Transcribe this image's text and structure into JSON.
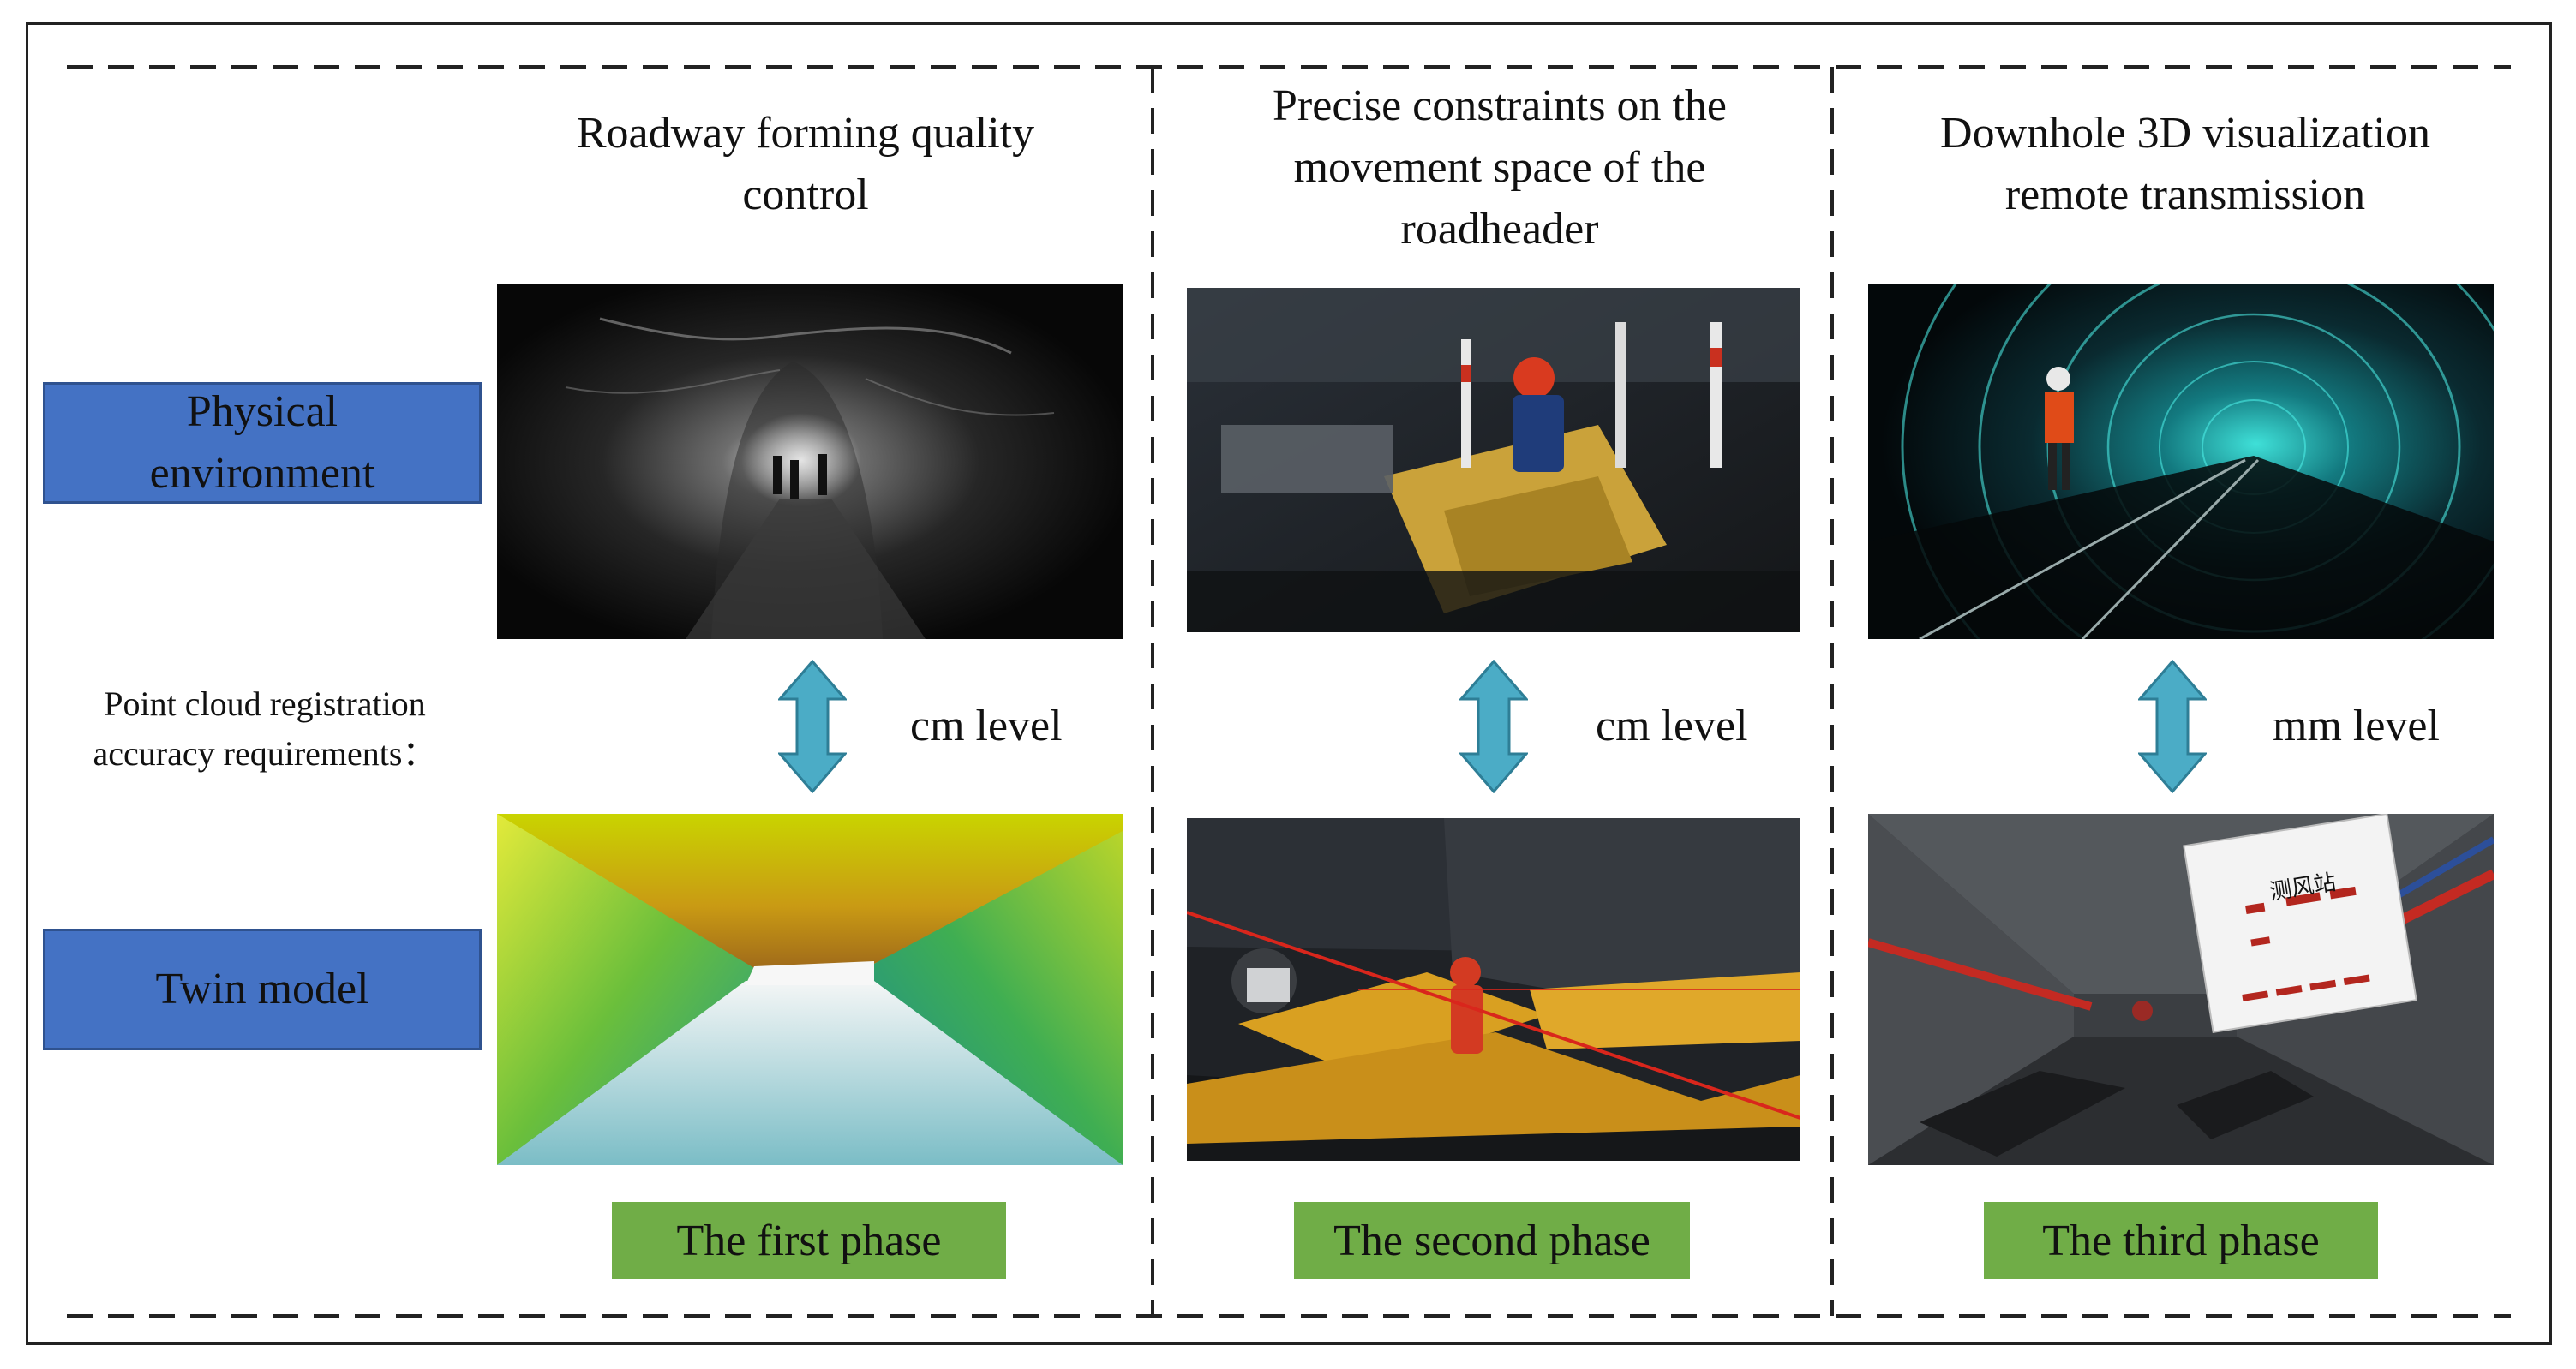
{
  "row_labels": {
    "physical": "Physical environment",
    "twin": "Twin model",
    "accuracy": "Point cloud registration accuracy requirements："
  },
  "phases": [
    {
      "heading": "Roadway forming quality control",
      "level": "cm level",
      "phase_label": "The first phase"
    },
    {
      "heading": "Precise constraints on the movement space of the roadheader",
      "level": "cm level",
      "phase_label": "The second phase"
    },
    {
      "heading": "Downhole 3D visualization remote transmission",
      "level": "mm level",
      "phase_label": "The third phase"
    }
  ],
  "sign_text": {
    "station_name": "测风站"
  },
  "colors": {
    "blue_box": "#4472c4",
    "green_box": "#70ad47",
    "arrow": "#4bacc6"
  }
}
